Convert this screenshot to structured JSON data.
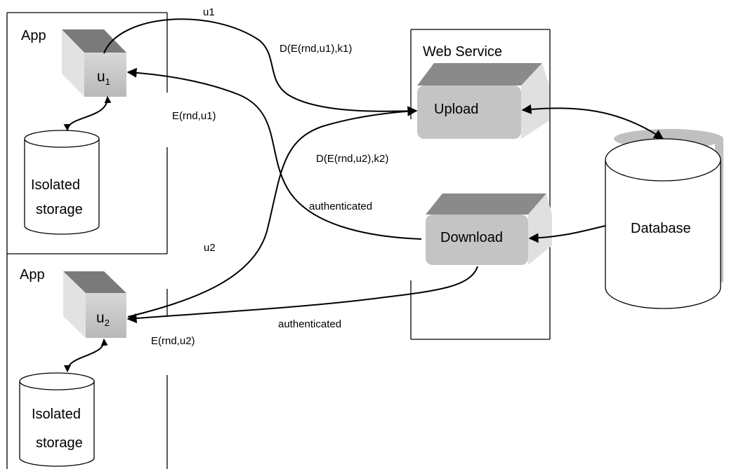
{
  "diagram": {
    "app_top": {
      "title": "App",
      "cube": {
        "label": "u",
        "subscript": "1"
      },
      "storage": {
        "line1": "Isolated",
        "line2": "storage"
      }
    },
    "app_bottom": {
      "title": "App",
      "cube": {
        "label": "u",
        "subscript": "2"
      },
      "storage": {
        "line1": "Isolated",
        "line2": "storage"
      }
    },
    "web_service": {
      "title": "Web Service",
      "upload": "Upload",
      "download": "Download"
    },
    "database": {
      "label": "Database"
    },
    "edges": {
      "u1": "u1",
      "d_e_rnd_u1_k1": "D(E(rnd,u1),k1)",
      "e_rnd_u1": "E(rnd,u1)",
      "d_e_rnd_u2_k2": "D(E(rnd,u2),k2)",
      "authenticated_1": "authenticated",
      "u2": "u2",
      "authenticated_2": "authenticated",
      "e_rnd_u2": "E(rnd,u2)"
    },
    "colors": {
      "cube_front": "#c8c8c8",
      "cube_top": "#7a7a7a",
      "cube_side": "#e2e2e2",
      "service_front": "#c4c4c4",
      "service_top": "#8a8a8a",
      "service_side": "#e0e0e0",
      "db_shadow": "#c0c0c0"
    }
  }
}
